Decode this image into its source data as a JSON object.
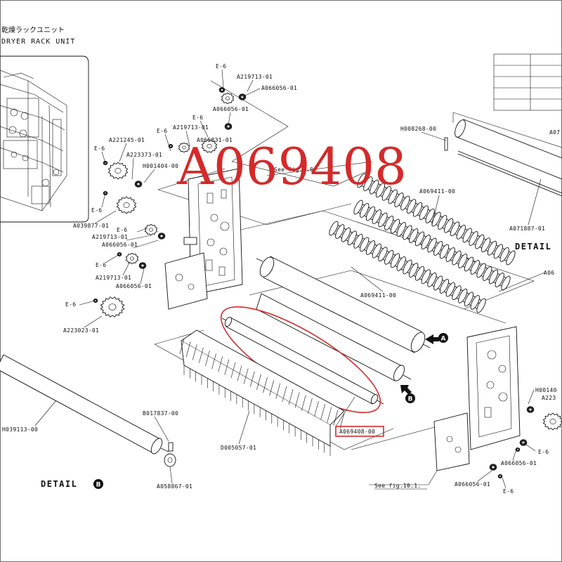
{
  "header": {
    "title_jp": "乾燥ラックユニット",
    "title_en": "DRYER RACK UNIT"
  },
  "overlay_code": "A069408",
  "highlighted_part": "A069408-00",
  "details": {
    "detail_a": "DETAIL",
    "detail_a_marker": "A",
    "detail_b": "DETAIL",
    "detail_b_marker": "B"
  },
  "refs": {
    "see_fig_top": "See fig.6.0",
    "see_fig_bottom": "See fig.10.1."
  },
  "labels": [
    {
      "id": "l01",
      "text": "E-6"
    },
    {
      "id": "l02",
      "text": "A219713-01"
    },
    {
      "id": "l03",
      "text": "A066056-01"
    },
    {
      "id": "l04",
      "text": "A066056-01"
    },
    {
      "id": "l05",
      "text": "E-6"
    },
    {
      "id": "l06",
      "text": "A219713-01"
    },
    {
      "id": "l07",
      "text": "E-6"
    },
    {
      "id": "l08",
      "text": "A065831-01"
    },
    {
      "id": "l09",
      "text": "A221245-01"
    },
    {
      "id": "l10",
      "text": "E-6"
    },
    {
      "id": "l11",
      "text": "A223373-01"
    },
    {
      "id": "l12",
      "text": "H001404-00"
    },
    {
      "id": "l13",
      "text": "E-6"
    },
    {
      "id": "l14",
      "text": "A039877-01"
    },
    {
      "id": "l15",
      "text": "E-6"
    },
    {
      "id": "l16",
      "text": "A219713-01"
    },
    {
      "id": "l17",
      "text": "A066056-01"
    },
    {
      "id": "l18",
      "text": "E-6"
    },
    {
      "id": "l19",
      "text": "A219713-01"
    },
    {
      "id": "l20",
      "text": "A066056-01"
    },
    {
      "id": "l21",
      "text": "E-6"
    },
    {
      "id": "l22",
      "text": "A223023-01"
    },
    {
      "id": "l23",
      "text": "H008268-00"
    },
    {
      "id": "l24",
      "text": "A069411-00"
    },
    {
      "id": "l25",
      "text": "A069411-00"
    },
    {
      "id": "l26",
      "text": "A071887-01"
    },
    {
      "id": "l27",
      "text": "A07"
    },
    {
      "id": "l28",
      "text": "A06"
    },
    {
      "id": "l29",
      "text": "H039113-00"
    },
    {
      "id": "l30",
      "text": "B017837-00"
    },
    {
      "id": "l31",
      "text": "A058867-01"
    },
    {
      "id": "l32",
      "text": "D005057-01"
    },
    {
      "id": "l33",
      "text": "H00140"
    },
    {
      "id": "l34",
      "text": "A223"
    },
    {
      "id": "l35",
      "text": "E-6"
    },
    {
      "id": "l36",
      "text": "A066056-01"
    },
    {
      "id": "l37",
      "text": "A066056-01"
    },
    {
      "id": "l38",
      "text": "E-6"
    }
  ]
}
